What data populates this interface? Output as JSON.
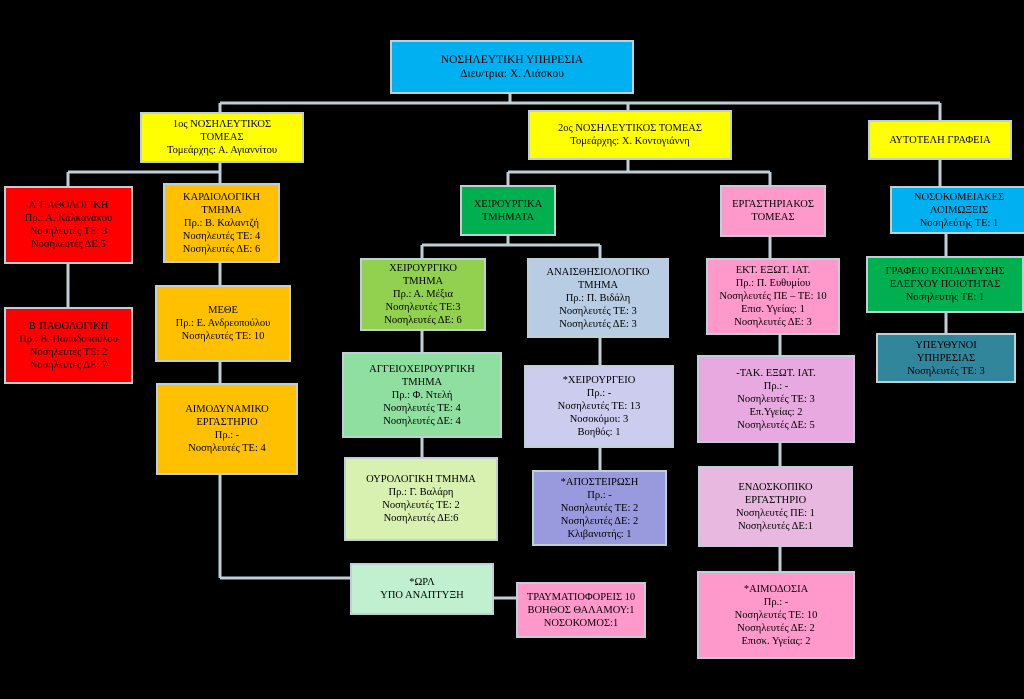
{
  "colors": {
    "root": "#00b0f0",
    "sector": "#ffff00",
    "red": "#ff0000",
    "orange": "#ffc000",
    "green": "#92d050",
    "light_green": "#8fdfa0",
    "pale_green": "#d8f0b0",
    "mint": "#c0f0d0",
    "blue_grey": "#b8cce4",
    "lavender": "#ccccee",
    "purple": "#9999dd",
    "pink": "#ff99cc",
    "light_pink": "#e8a8e0",
    "sky": "#00b0f0",
    "teal": "#31869b",
    "connector": "#bfcfd6"
  },
  "nodes": {
    "root": {
      "lines": [
        "ΝΟΣΗΛΕΥΤΙΚΗ ΥΠΗΡΕΣΙΑ",
        "Διευ/τρια: Χ. Λιάσκου"
      ]
    },
    "sector1": {
      "lines": [
        "1ος ΝΟΣΗΛΕΥΤΙΚΟΣ",
        "ΤΟΜΕΑΣ",
        "Τομεάρχης: Α. Αγιαννίτου"
      ]
    },
    "sector2": {
      "lines": [
        "2ος ΝΟΣΗΛΕΥΤΙΚΟΣ ΤΟΜΕΑΣ",
        "Τομεάρχης: Χ. Κοντογιάννη"
      ]
    },
    "independent": {
      "lines": [
        "ΑΥΤΟΤΕΛΗ ΓΡΑΦΕΙΑ"
      ]
    },
    "a_path": {
      "lines": [
        "Α΄ΠΑΘΟΛΟΓΙΚΗ",
        "Πρ.: Α. Καλκανάκου",
        "Νοσηλευτές ΤΕ: 3",
        "Νοσηλευτές ΔΕ:5"
      ]
    },
    "b_path": {
      "lines": [
        "Β΄ΠΑΘΟΛΟΓΙΚΗ",
        "Πρ.: Β. Παπαδοπούλου",
        "Νοσηλευτές ΤΕ: 2",
        "Νοσηλευτές ΔΕ: 7"
      ]
    },
    "cardio": {
      "lines": [
        "ΚΑΡΔΙΟΛΟΓΙΚΗ",
        "ΤΜΗΜΑ",
        "Πρ.: Β. Καλαντζή",
        "Νοσηλευτές ΤΕ: 4",
        "Νοσηλευτές ΔΕ: 6"
      ]
    },
    "mefh": {
      "lines": [
        "ΜΕΘΕ",
        "Πρ.: Ε. Ανδρεοπούλου",
        "Νοσηλευτές ΤΕ: 10"
      ]
    },
    "haemo": {
      "lines": [
        "ΑΙΜΟΔΥΝΑΜΙΚΟ",
        "ΕΡΓΑΣΤΗΡΙΟ",
        "Πρ.: -",
        "Νοσηλευτές ΤΕ: 4"
      ]
    },
    "surg_depts": {
      "lines": [
        "ΧΕΙΡΟΥΡΓΙΚΑ",
        "ΤΜΗΜΑΤΑ"
      ]
    },
    "lab_sector": {
      "lines": [
        "ΕΡΓΑΣΤΗΡΙΑΚΟΣ",
        "ΤΟΜΕΑΣ"
      ]
    },
    "surgical": {
      "lines": [
        "ΧΕΙΡΟΥΡΓΙΚΟ",
        "ΤΜΗΜΑ",
        "Πρ.: Α. Μέξια",
        "Νοσηλευτές ΤΕ:3",
        "Νοσηλευτές ΔΕ: 6"
      ]
    },
    "vascular": {
      "lines": [
        "ΑΓΓΕΙΟΧΕΙΡΟΥΡΓΙΚΗ",
        "ΤΜΗΜΑ",
        "Πρ.: Φ. Ντελή",
        "Νοσηλευτές ΤΕ: 4",
        "Νοσηλευτές ΔΕ: 4"
      ]
    },
    "urology": {
      "lines": [
        "ΟΥΡΟΛΟΓΙΚΗ ΤΜΗΜΑ",
        "Πρ.: Γ. Βαλάρη",
        "Νοσηλευτές ΤΕ: 2",
        "Νοσηλευτές ΔΕ:6"
      ]
    },
    "anaesth": {
      "lines": [
        "ΑΝΑΙΣΘΗΣΙΟΛΟΓΙΚΟ",
        "ΤΜΗΜΑ",
        "Πρ.: Π. Βιδάλη",
        "Νοσηλευτές ΤΕ: 3",
        "Νοσηλευτές ΔΕ: 3"
      ]
    },
    "or": {
      "lines": [
        "*ΧΕΙΡΟΥΡΓΕΙΟ",
        "Πρ.: -",
        "Νοσηλευτές ΤΕ: 13",
        "Νοσοκόμοι: 3",
        "Βοηθός: 1"
      ]
    },
    "steril": {
      "lines": [
        "*ΑΠΟΣΤΕΙΡΩΣΗ",
        "Πρ.: -",
        "Νοσηλευτές ΤΕ: 2",
        "Νοσηλευτές ΔΕ: 2",
        "Κλιβανιστής: 1"
      ]
    },
    "one_day": {
      "lines": [
        "*ΩΡΛ",
        "ΥΠΟ ΑΝΑΠΤΥΞΗ"
      ]
    },
    "porters": {
      "lines": [
        "ΤΡΑΥΜΑΤΙΟΦΟΡΕΙΣ 10",
        "ΒΟΗΘΟΣ ΘΑΛΑΜΟΥ:1",
        "ΝΟΣΟΚΟΜΟΣ:1"
      ]
    },
    "outpatient": {
      "lines": [
        "ΕΚΤ. ΕΞΩΤ. ΙΑΤ.",
        "Πρ.: Π. Ευθυμίου",
        "Νοσηλευτές ΠΕ – ΤΕ: 10",
        "Επισ. Υγείας: 1",
        "Νοσηλευτές ΔΕ: 3"
      ]
    },
    "reg_outpatient": {
      "lines": [
        "-ΤΑΚ. ΕΞΩΤ. ΙΑΤ.",
        "Πρ.: -",
        "Νοσηλευτές ΤΕ: 3",
        "Επ.Υγείας: 2",
        "Νοσηλευτές ΔΕ: 5"
      ]
    },
    "endoscopy": {
      "lines": [
        "ΕΝΔΟΣΚΟΠΙΚΟ",
        "ΕΡΓΑΣΤΗΡΙΟ",
        "Νοσηλευτές ΠΕ: 1",
        "Νοσηλευτές ΔΕ:1"
      ]
    },
    "blood": {
      "lines": [
        "*ΑΙΜΟΔΟΣΙΑ",
        "Πρ.: -",
        "Νοσηλευτές ΤΕ: 10",
        "Νοσηλευτές ΔΕ: 2",
        "Επισκ. Υγείας: 2"
      ]
    },
    "infections": {
      "lines": [
        "ΝΟΣΟΚΟΜΕΙΑΚΕΣ",
        "ΛΟΙΜΩΞΕΙΣ",
        "Νοσηλεύτής ΤΕ: 1"
      ]
    },
    "quality": {
      "lines": [
        "ΓΡΑΦΕΙΟ ΕΚΠΑΙΔΕΥΣΗΣ",
        "ΕΛΕΓΧΟΥ ΠΟΙΟΤΗΤΑΣ",
        "Νοσηλευτής ΤΕ: 1"
      ]
    },
    "responsible": {
      "lines": [
        "ΥΠΕΥΘΥΝΟΙ",
        "ΥΠΗΡΕΣΙΑΣ",
        "Νοσηλευτές ΤΕ: 3"
      ]
    }
  }
}
